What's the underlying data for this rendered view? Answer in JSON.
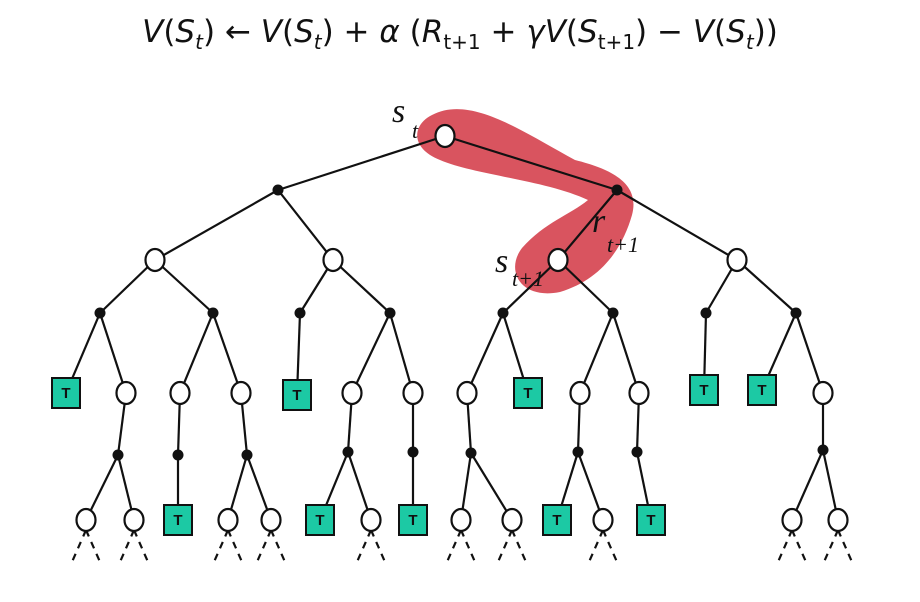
{
  "formula": {
    "lhs": "V",
    "state": "S",
    "t": "t",
    "t1": "t+1",
    "arrow": "←",
    "alpha": "α",
    "reward": "R",
    "gamma": "γ"
  },
  "labels": {
    "s": "s",
    "s_sub": "t",
    "s_next_sub": "t+1",
    "r": "r",
    "r_sub": "t+1"
  },
  "terminal_label": "T",
  "colors": {
    "highlight": "#d9545f",
    "terminal_fill": "#1cc9a4",
    "line": "#111111"
  },
  "icons": {
    "state_node": "open-circle",
    "action_node": "filled-dot",
    "terminal_node": "square-box"
  }
}
